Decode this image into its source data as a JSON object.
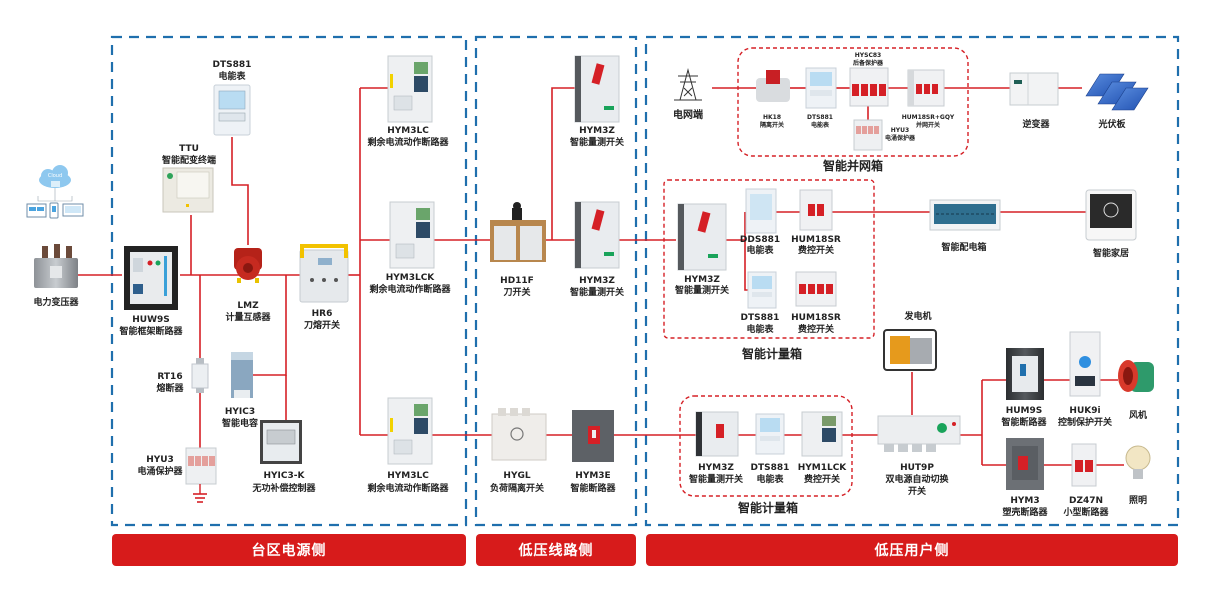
{
  "colors": {
    "wire": "#d52026",
    "zone": "#1f6fad",
    "banner": "#d71b1b",
    "banner_text": "#ffffff"
  },
  "zones": [
    {
      "id": "source",
      "banner": "台区电源侧"
    },
    {
      "id": "line",
      "banner": "低压线路侧"
    },
    {
      "id": "user",
      "banner": "低压用户侧"
    }
  ],
  "source_side": {
    "cloud": {
      "icon": "cloud-platform-icon",
      "text": "Cloud"
    },
    "transformer": {
      "label": "电力变压器"
    },
    "huw9s": {
      "model": "HUW9S",
      "name": "智能框架断路器"
    },
    "dts881": {
      "model": "DTS881",
      "name": "电能表"
    },
    "ttu": {
      "model": "TTU",
      "name": "智能配变终端"
    },
    "lmz": {
      "model": "LMZ",
      "name": "计量互感器"
    },
    "hr6": {
      "model": "HR6",
      "name": "刀熔开关"
    },
    "rt16": {
      "model": "RT16",
      "name": "熔断器"
    },
    "hyic3": {
      "model": "HYIC3",
      "name": "智能电容"
    },
    "hyu3": {
      "model": "HYU3",
      "name": "电涌保护器"
    },
    "hyic3k": {
      "model": "HYIC3-K",
      "name": "无功补偿控制器"
    },
    "hym3lc_top": {
      "model": "HYM3LC",
      "name": "剩余电流动作断路器"
    },
    "hym3lck": {
      "model": "HYM3LCK",
      "name": "剩余电流动作断路器"
    },
    "hym3lc_bottom": {
      "model": "HYM3LC",
      "name": "剩余电流动作断路器"
    }
  },
  "line_side": {
    "hd11f": {
      "model": "HD11F",
      "name": "刀开关"
    },
    "hym3z_top": {
      "model": "HYM3Z",
      "name": "智能量测开关"
    },
    "hym3z_mid": {
      "model": "HYM3Z",
      "name": "智能量测开关"
    },
    "hygl": {
      "model": "HYGL",
      "name": "负荷隔离开关"
    },
    "hym3e": {
      "model": "HYM3E",
      "name": "智能断路器"
    }
  },
  "user_side": {
    "grid_end": {
      "label": "电网端"
    },
    "grid_box": {
      "title": "智能并网箱",
      "hk18": {
        "model": "HK18",
        "name": "隔离开关"
      },
      "dts881": {
        "model": "DTS881",
        "name": "电能表"
      },
      "hysc83": {
        "model": "HYSC83",
        "name": "后备保护器"
      },
      "hyu3": {
        "model": "HYU3",
        "name": "电涌保护器"
      },
      "hum18sr_gqy": {
        "model": "HUM18SR+GQY",
        "name": "并网开关"
      }
    },
    "inverter": {
      "label": "逆变器"
    },
    "pv_panel": {
      "label": "光伏板"
    },
    "meter_box_1": {
      "title": "智能计量箱",
      "hym3z": {
        "model": "HYM3Z",
        "name": "智能量测开关"
      },
      "dds881": {
        "model": "DDS881",
        "name": "电能表"
      },
      "hum18sr_1": {
        "model": "HUM18SR",
        "name": "费控开关"
      },
      "dts881": {
        "model": "DTS881",
        "name": "电能表"
      },
      "hum18sr_2": {
        "model": "HUM18SR",
        "name": "费控开关"
      }
    },
    "distribution_box": {
      "label": "智能配电箱"
    },
    "smart_home": {
      "label": "智能家居"
    },
    "generator": {
      "label": "发电机"
    },
    "meter_box_2": {
      "title": "智能计量箱",
      "hym3z": {
        "model": "HYM3Z",
        "name": "智能量测开关"
      },
      "dts881": {
        "model": "DTS881",
        "name": "电能表"
      },
      "hym1lck": {
        "model": "HYM1LCK",
        "name": "费控开关"
      }
    },
    "hut9p": {
      "model": "HUT9P",
      "name": "双电源自动切换",
      "name2": "开关"
    },
    "hum9s": {
      "model": "HUM9S",
      "name": "智能断路器"
    },
    "huk9i": {
      "model": "HUK9i",
      "name": "控制保护开关"
    },
    "fan": {
      "label": "风机"
    },
    "hym3": {
      "model": "HYM3",
      "name": "塑壳断路器"
    },
    "dz47n": {
      "model": "DZ47N",
      "name": "小型断路器"
    },
    "lighting": {
      "label": "照明"
    }
  }
}
